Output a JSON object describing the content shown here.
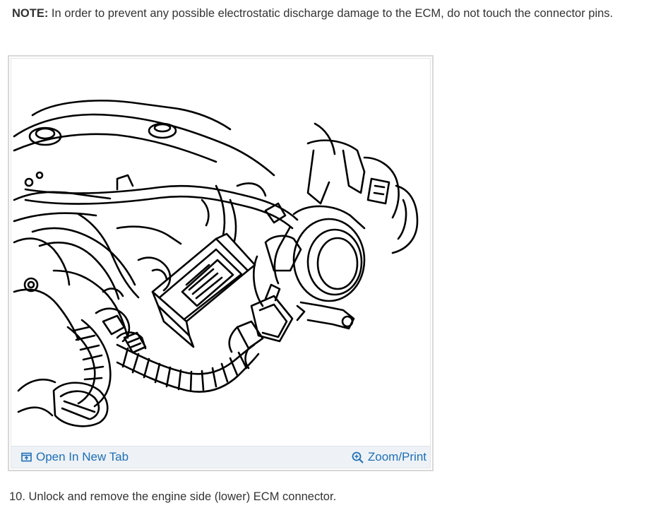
{
  "note": {
    "label": "NOTE:",
    "text": " In order to prevent any possible electrostatic discharge damage to the ECM, do not touch the connector pins."
  },
  "figure": {
    "open_tab_label": "Open In New Tab",
    "zoom_label": "Zoom/Print",
    "link_color": "#1e6fb8"
  },
  "step": {
    "text": "10. Unlock and remove the engine side (lower) ECM connector."
  }
}
